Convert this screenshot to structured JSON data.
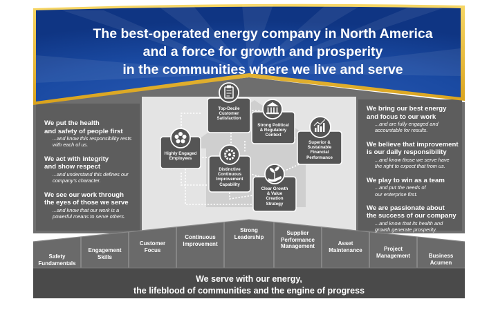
{
  "header": {
    "lines": [
      "The best-operated energy company in North America",
      "and a force for growth and prosperity",
      "in the communities where we live and serve"
    ]
  },
  "left_values": [
    {
      "heading": [
        "We put the health",
        "and safety of people first"
      ],
      "sub": [
        "...and know this responsibility rests",
        "with each of us."
      ]
    },
    {
      "heading": [
        "We act with integrity",
        "and show respect"
      ],
      "sub": [
        "...and understand this defines our",
        "company's character."
      ]
    },
    {
      "heading": [
        "We see our work through",
        "the eyes of those we serve"
      ],
      "sub": [
        "...and know that our work is a",
        "powerful means to serve others."
      ]
    }
  ],
  "right_values": [
    {
      "heading": [
        "We bring our best energy",
        "and focus to our work"
      ],
      "sub": [
        "...and are fully engaged and",
        "accountable for results."
      ]
    },
    {
      "heading": [
        "We believe that improvement",
        "is our daily responsibility"
      ],
      "sub": [
        "...and know those we serve have",
        "the right to expect that from us."
      ]
    },
    {
      "heading": [
        "We play to win as a team"
      ],
      "sub": [
        "...and put the needs of",
        "our enterprise first."
      ]
    },
    {
      "heading": [
        "We are passionate about",
        "the success of our company"
      ],
      "sub": [
        "...and know that its health and",
        "growth generate prosperity."
      ]
    }
  ],
  "nodes": {
    "engaged": [
      "Highly Engaged",
      "Employees"
    ],
    "customer": [
      "Top-Decile",
      "Customer",
      "Satisfaction"
    ],
    "political": [
      "Strong Political",
      "& Regulatory",
      "Context"
    ],
    "financial": [
      "Superior &",
      "Sustainable",
      "Financial",
      "Performance"
    ],
    "improvement": [
      "Distinctive",
      "Continuous",
      "Improvement",
      "Capability"
    ],
    "growth": [
      "Clear Growth",
      "& Value",
      "Creation",
      "Strategy"
    ]
  },
  "capabilities": [
    [
      "Safety",
      "Fundamentals"
    ],
    [
      "Engagement",
      "Skills"
    ],
    [
      "Customer",
      "Focus"
    ],
    [
      "Continuous",
      "Improvement"
    ],
    [
      "Strong",
      "Leadership"
    ],
    [
      "Supplier",
      "Performance",
      "Management"
    ],
    [
      "Asset",
      "Maintenance"
    ],
    [
      "Project",
      "Management"
    ],
    [
      "Business",
      "Acumen"
    ]
  ],
  "footer": {
    "lines": [
      "We serve with our energy,",
      "the lifeblood of communities and the engine of progress"
    ]
  },
  "colors": {
    "banner_blue": "#14419a",
    "gold": "#f2c230",
    "house_gray": "#707070",
    "panel_gray": "#5d5d5d",
    "capability_gray": "#6b6b6b",
    "foundation_gray": "#4b4b4b",
    "center_light": "#e6e6e6",
    "node_fill": "#555555"
  },
  "icons": [
    "flower-icon",
    "clipboard-icon",
    "capitol-icon",
    "chart-icon",
    "gear-icon",
    "plant-hand-icon"
  ]
}
